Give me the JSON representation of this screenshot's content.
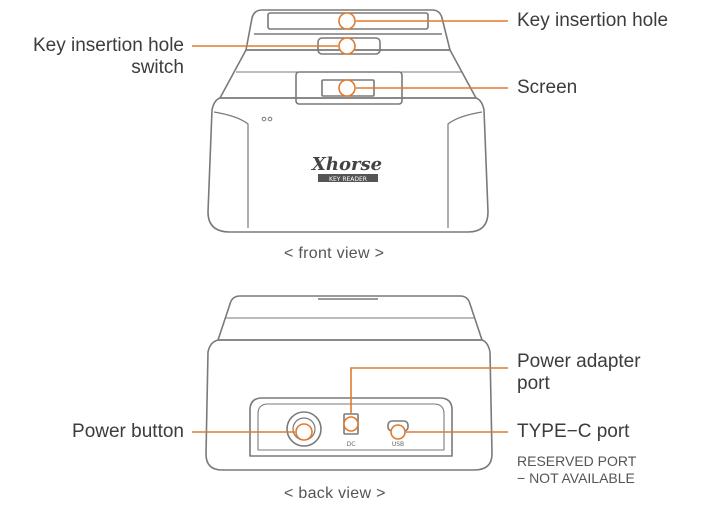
{
  "front": {
    "caption": "< front view >",
    "logo": "Xhorse",
    "logo_sub": "KEY READER",
    "labels": {
      "key_hole": "Key insertion hole",
      "key_switch_line1": "Key insertion hole",
      "key_switch_line2": "switch",
      "screen": "Screen"
    }
  },
  "back": {
    "caption": "< back view >",
    "port_dc": "DC",
    "port_usb": "USB",
    "labels": {
      "power_adapter_line1": "Power adapter",
      "power_adapter_line2": "port",
      "power_button": "Power button",
      "typec": "TYPE−C port",
      "reserved_line1": "RESERVED PORT",
      "reserved_line2": "− NOT AVAILABLE"
    }
  },
  "colors": {
    "accent": "#e07a2e",
    "outline": "#7a7a7a"
  }
}
